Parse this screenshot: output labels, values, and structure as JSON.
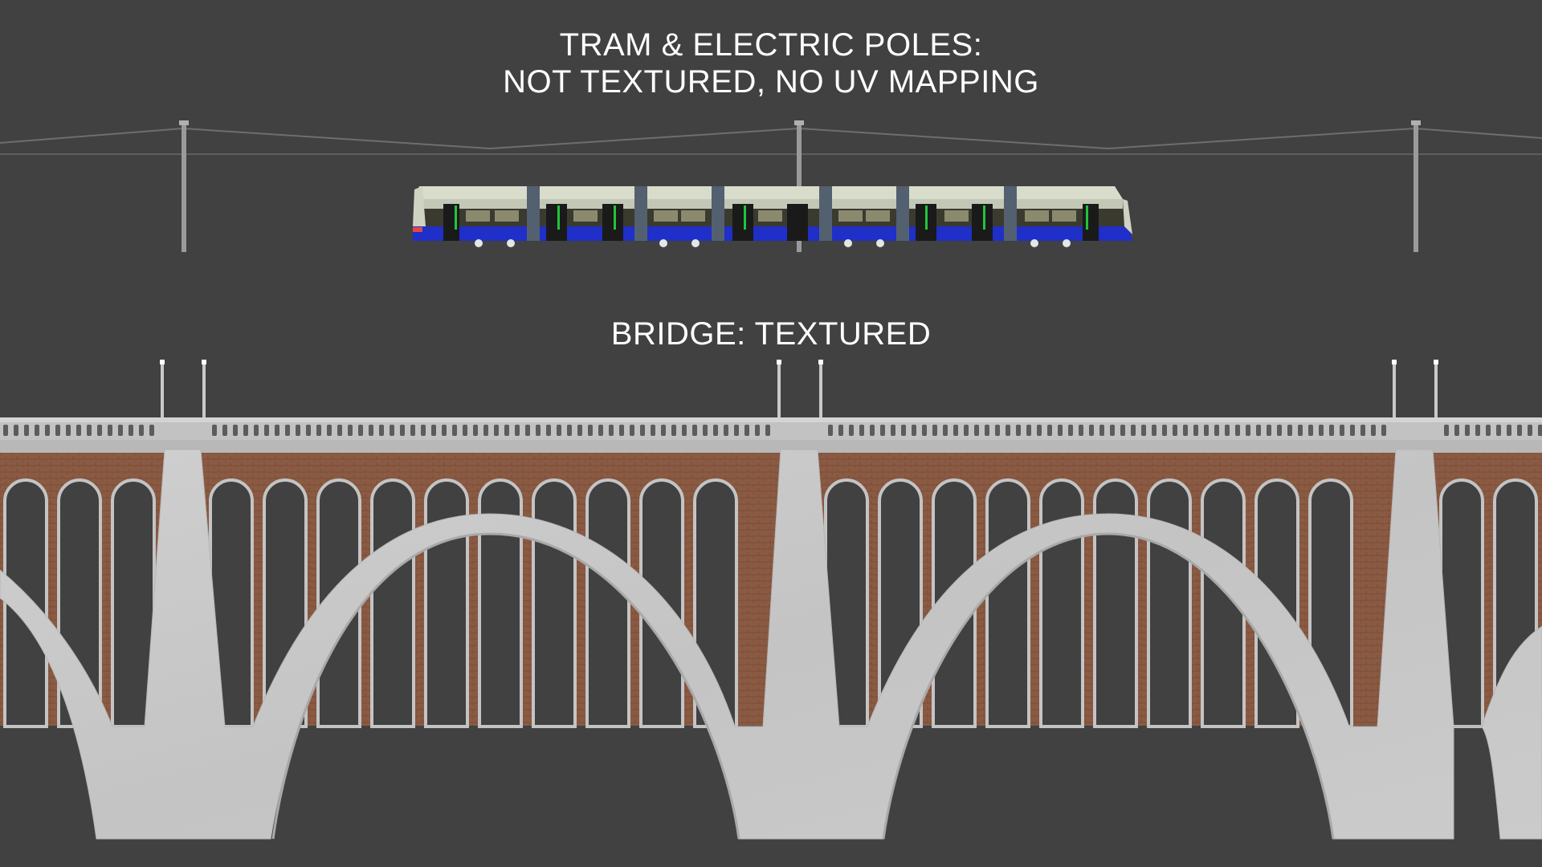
{
  "captions": {
    "tram_line1": "TRAM & ELECTRIC POLES:",
    "tram_line2": "NOT TEXTURED, NO UV MAPPING",
    "bridge": "BRIDGE: TEXTURED"
  },
  "colors": {
    "background": "#414141",
    "text": "#ffffff",
    "tram_roof": "#d8dccb",
    "tram_body_blue": "#1f2fc8",
    "tram_door_green": "#22c43a",
    "bridge_concrete": "#c9c9c9",
    "bridge_brick": "#8a5a43"
  }
}
